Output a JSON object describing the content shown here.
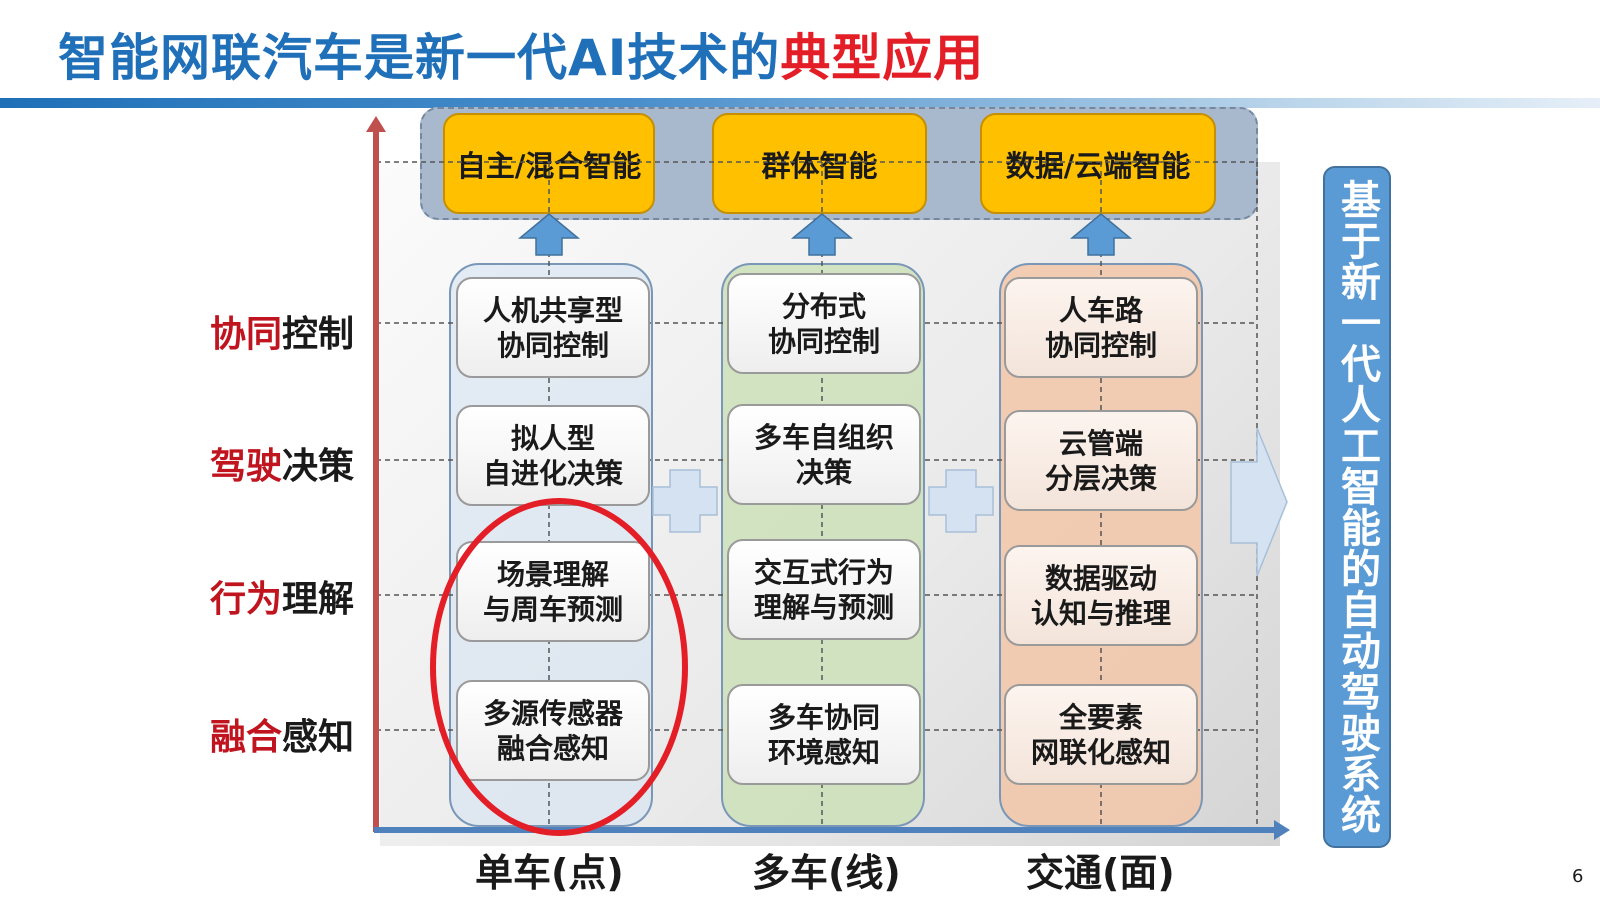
{
  "title": {
    "main": "智能网联汽车是新一代AI技术的",
    "highlight": "典型应用"
  },
  "top_boxes": [
    "自主/混合智能",
    "群体智能",
    "数据/云端智能"
  ],
  "y_levels": [
    {
      "red": "协同",
      "black": "控制"
    },
    {
      "red": "驾驶",
      "black": "决策"
    },
    {
      "red": "行为",
      "black": "理解"
    },
    {
      "red": "融合",
      "black": "感知"
    }
  ],
  "columns": [
    {
      "label": "单车(点)",
      "cells": [
        "人机共享型\n协同控制",
        "拟人型\n自进化决策",
        "场景理解\n与周车预测",
        "多源传感器\n融合感知"
      ]
    },
    {
      "label": "多车(线)",
      "cells": [
        "分布式\n协同控制",
        "多车自组织\n决策",
        "交互式行为\n理解与预测",
        "多车协同\n环境感知"
      ]
    },
    {
      "label": "交通(面)",
      "cells": [
        "人车路\n协同控制",
        "云管端\n分层决策",
        "数据驱动\n认知与推理",
        "全要素\n网联化感知"
      ]
    }
  ],
  "side_text": "基于新一代人工智能的自动驾驶系统",
  "page_number": "6",
  "colors": {
    "title_blue": "#1f70b8",
    "title_red": "#e41e26",
    "top_box": "#ffc000",
    "side_box": "#5b9bd5",
    "axis_y": "#c0504d",
    "axis_x": "#4f81bd",
    "ellipse": "#e41e26"
  }
}
